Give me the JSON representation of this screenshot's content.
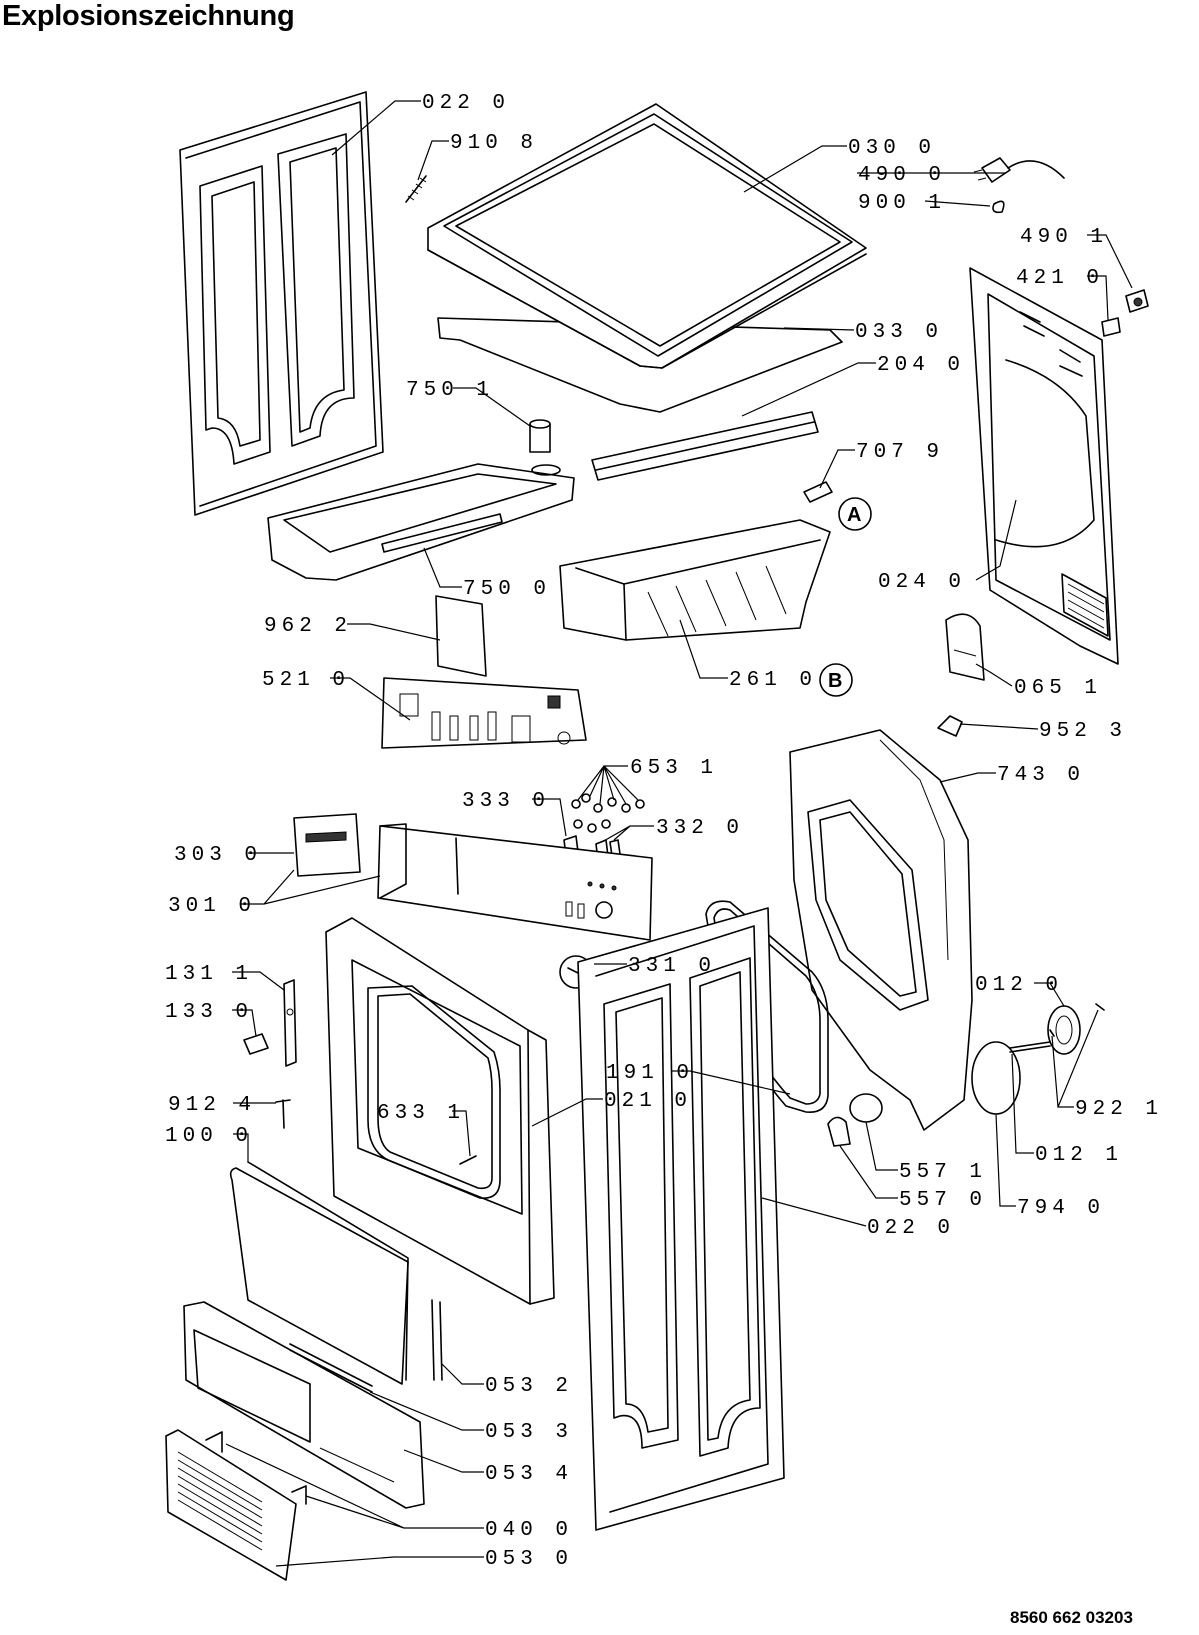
{
  "title": "Explosionszeichnung",
  "document_number": "8560 662 03203",
  "markers": [
    "A",
    "B"
  ],
  "parts": [
    {
      "id": "p0220a",
      "label": "022 0"
    },
    {
      "id": "p9108",
      "label": "910 8"
    },
    {
      "id": "p0300",
      "label": "030 0"
    },
    {
      "id": "p4900",
      "label": "490 0"
    },
    {
      "id": "p9001",
      "label": "900 1"
    },
    {
      "id": "p4901",
      "label": "490 1"
    },
    {
      "id": "p4210",
      "label": "421 0"
    },
    {
      "id": "p0330",
      "label": "033 0"
    },
    {
      "id": "p2040",
      "label": "204 0"
    },
    {
      "id": "p7501",
      "label": "750 1"
    },
    {
      "id": "p7079",
      "label": "707 9"
    },
    {
      "id": "p7500",
      "label": "750 0"
    },
    {
      "id": "p0240",
      "label": "024 0"
    },
    {
      "id": "p9622",
      "label": "962 2"
    },
    {
      "id": "p2610",
      "label": "261 0"
    },
    {
      "id": "p5210",
      "label": "521 0"
    },
    {
      "id": "p0651",
      "label": "065 1"
    },
    {
      "id": "p9523",
      "label": "952 3"
    },
    {
      "id": "p6531",
      "label": "653 1"
    },
    {
      "id": "p7430",
      "label": "743 0"
    },
    {
      "id": "p3330",
      "label": "333 0"
    },
    {
      "id": "p3320",
      "label": "332 0"
    },
    {
      "id": "p3030",
      "label": "303 0"
    },
    {
      "id": "p3010",
      "label": "301 0"
    },
    {
      "id": "p3310",
      "label": "331 0"
    },
    {
      "id": "p1311",
      "label": "131 1"
    },
    {
      "id": "p0120",
      "label": "012 0"
    },
    {
      "id": "p1330",
      "label": "133 0"
    },
    {
      "id": "p1910",
      "label": "191 0"
    },
    {
      "id": "p0210",
      "label": "021 0"
    },
    {
      "id": "p9124",
      "label": "912 4"
    },
    {
      "id": "p6331",
      "label": "633 1"
    },
    {
      "id": "p9221",
      "label": "922 1"
    },
    {
      "id": "p1000",
      "label": "100 0"
    },
    {
      "id": "p0121",
      "label": "012 1"
    },
    {
      "id": "p5571",
      "label": "557 1"
    },
    {
      "id": "p5570",
      "label": "557 0"
    },
    {
      "id": "p7940",
      "label": "794 0"
    },
    {
      "id": "p0220b",
      "label": "022 0"
    },
    {
      "id": "p0532",
      "label": "053 2"
    },
    {
      "id": "p0533",
      "label": "053 3"
    },
    {
      "id": "p0534",
      "label": "053 4"
    },
    {
      "id": "p0400",
      "label": "040 0"
    },
    {
      "id": "p0530",
      "label": "053 0"
    }
  ]
}
